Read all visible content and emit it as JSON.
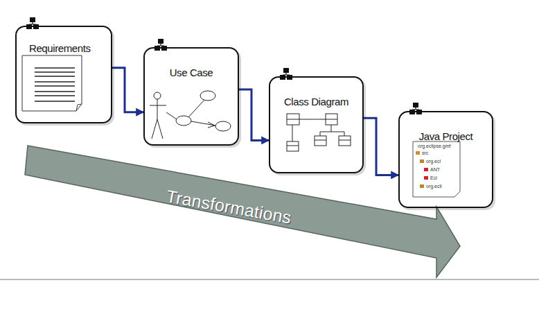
{
  "diagram": {
    "nodes": [
      {
        "text": [
          "Requirements"
        ]
      },
      {
        "text": [
          "Use Case"
        ]
      },
      {
        "text": [
          "Class Diagram"
        ]
      },
      {
        "text": [
          "Java Project"
        ]
      }
    ],
    "edges": [
      {
        "from": 0,
        "to": 1,
        "arrow": "to"
      },
      {
        "from": 1,
        "to": 2,
        "arrow": "to"
      },
      {
        "from": 2,
        "to": 3,
        "arrow": "to"
      }
    ],
    "labels": [
      "Transformations",
      "org.eclipse.gmf",
      "src",
      "org.ecl",
      "ANT",
      "Ecl",
      "org.ecli"
    ]
  }
}
